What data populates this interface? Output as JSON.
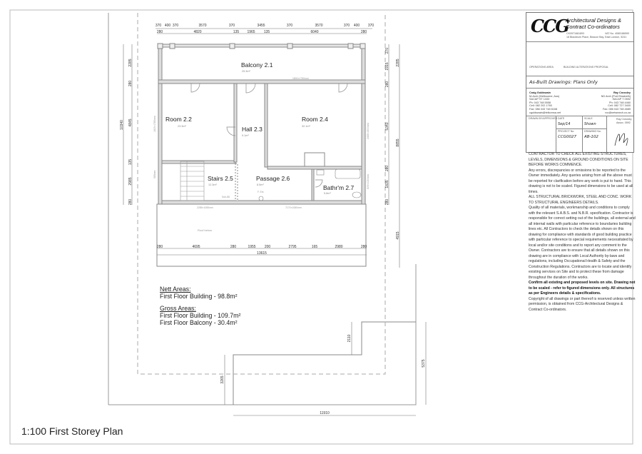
{
  "title_block": {
    "logo": "CCG",
    "firm_line1": "Architectural Designs &",
    "firm_line2": "Contract Co-ordinators",
    "reg_no": "CK0971661893",
    "vat_no": "VAT No. 4080186590",
    "address": "18 Blackburn Place, Beacon Bay, East London, 5241",
    "project_label_left": "OPERATIONS AREA",
    "project_label_right": "BUILDING ALTERATIONS PROPOSAL",
    "sheet_title": "As-Built Drawings: Plans Only",
    "person_left": [
      "Craig Goldswain",
      "M-Arch (Melbourne, Aus)",
      "SACAP ST 1333",
      "Ph: 043 748 5558",
      "Cell: 082 202 1760",
      "Fax: 086 043 748 6168",
      "cgoldswain@telkomsa.net"
    ],
    "person_right": [
      "Ray Crossley",
      "ND Arch (Port Elizabeth)",
      "SACAP T 0592",
      "Ph: 043 748 4460",
      "Cell: 082 727 3400",
      "Fax: 086 043 748 4689",
      "rcc@netsearch.co.za"
    ],
    "drawn_label": "DRAWN BY/APPROVED",
    "date_label": "DATE",
    "date_value": "Sep/14",
    "scale_label": "SCALE",
    "scale_value": "Shown",
    "project_no_label": "PROJECT No.",
    "project_no_value": "CCG0027",
    "drawing_no_label": "DRAWING No.",
    "drawing_no_value": "AB-102",
    "signatory": "Ray Crossley",
    "signatory_ref": "Assoc. 0592"
  },
  "notes": {
    "caps1": "CONTRACTOR TO CHECK ALL EXISTING STRUCTURES, LEVELS, DIMENSIONS & GROUND CONDITIONS ON SITE BEFORE WORKS COMMENCE.",
    "body1": " Any errors, discrepancies or omissions to be reported to the Owner immediately. Any queries arising from all the above must be reported for clarification before any work is put to hand. This drawing is not to be scaled. Figured dimensions to be used at all times.",
    "caps2": " ALL STRUCTURAL BRICKWORK, STEEL AND CONC. WORK TO STRUCTURAL ENGINEERS DETAILS.",
    "body2": " Quality of all materials, workmanship and conditions to comply with the relevant S.A.B.S. and N.B.R. specification. Contractor is responsible for correct setting out of the buildings, all external and all internal walls with particular reference to boundaries building lines etc. All Contractors to check the details shown on this drawing  for compliance with standards of good building practice with particular reference to special requirements necessitated by local and/or site conditions and to report any comment to the Owner. Contractors are to ensure that all details shown on this drawing are in compliance with Local Authority by-laws and regulations, including Occupational Health & Safety and the Construction Regulations. Contractors are to locate and identify existing services on Site and to protect these from damage throughout the duration of the works.",
    "bold": "Confirm all existing and proposed levels on site. Drawing not to be scaled - refer to figured dimensions only. All structures as per Engineers details & specifications.",
    "body3": " Copyright of all drawings or part thereof is reserved unless written permission, is obtained from CCG-Architectural Designs & Contract Co-ordinators."
  },
  "rooms": [
    {
      "name": "Balcony 2.1",
      "area": "25.3m²"
    },
    {
      "name": "Room 2.2",
      "area": "23.3m²"
    },
    {
      "name": "Hall 2.3",
      "area": "9.1m²"
    },
    {
      "name": "Room 2.4",
      "area": "32.1m²"
    },
    {
      "name": "Stairs 2.5",
      "area": "12.3m²"
    },
    {
      "name": "Passage 2.6",
      "area": "8.5m²"
    },
    {
      "name": "Bathr'm 2.7",
      "area": "5.8m²"
    }
  ],
  "plan_labels": {
    "roof_below": "Roof below",
    "fire_ext": "F. Ext.",
    "window_top": "1800×1750mm",
    "window_bot_left": "2285×1085mm",
    "window_bot_right": "7170×1080mm",
    "window_left_upper": "1815×1785mm",
    "window_left_lower": "585mm",
    "window_right_upper": "2435×1900mm",
    "window_right_lower": "605×1020mm",
    "stair_note": "Sub-88"
  },
  "dimensions": {
    "top_row1": [
      "370",
      "400",
      "370",
      "3570",
      "370",
      "3455",
      "370",
      "3570",
      "370",
      "400",
      "370"
    ],
    "top_row2": [
      "280",
      "4820",
      "135",
      "1965",
      "135",
      "6040",
      "280"
    ],
    "bottom_row1": [
      "280",
      "4695",
      "280",
      "1955",
      "200",
      "2795",
      "165",
      "2980",
      "280"
    ],
    "bottom_total": "13615",
    "left_row1": [
      "2285",
      "280",
      "4845",
      "135",
      "2985",
      "280"
    ],
    "left_total": "10340",
    "right_row1": [
      "270",
      "1915",
      "280",
      "5343",
      "280",
      "1835",
      "280"
    ],
    "right_row2": [
      "2285",
      "8855",
      "4915"
    ],
    "site": {
      "width": "11910",
      "left_height": "3265",
      "step": "2110",
      "right_height": "5375"
    }
  },
  "areas": {
    "nett_heading": "Nett Areas:",
    "nett_building": "First Floor Building - 98.8m²",
    "gross_heading": "Gross Areas:",
    "gross_building": "First Floor Building - 109.7m²",
    "gross_balcony": "First Floor Balcony -   30.4m²"
  },
  "caption": "1:100 First Storey Plan"
}
